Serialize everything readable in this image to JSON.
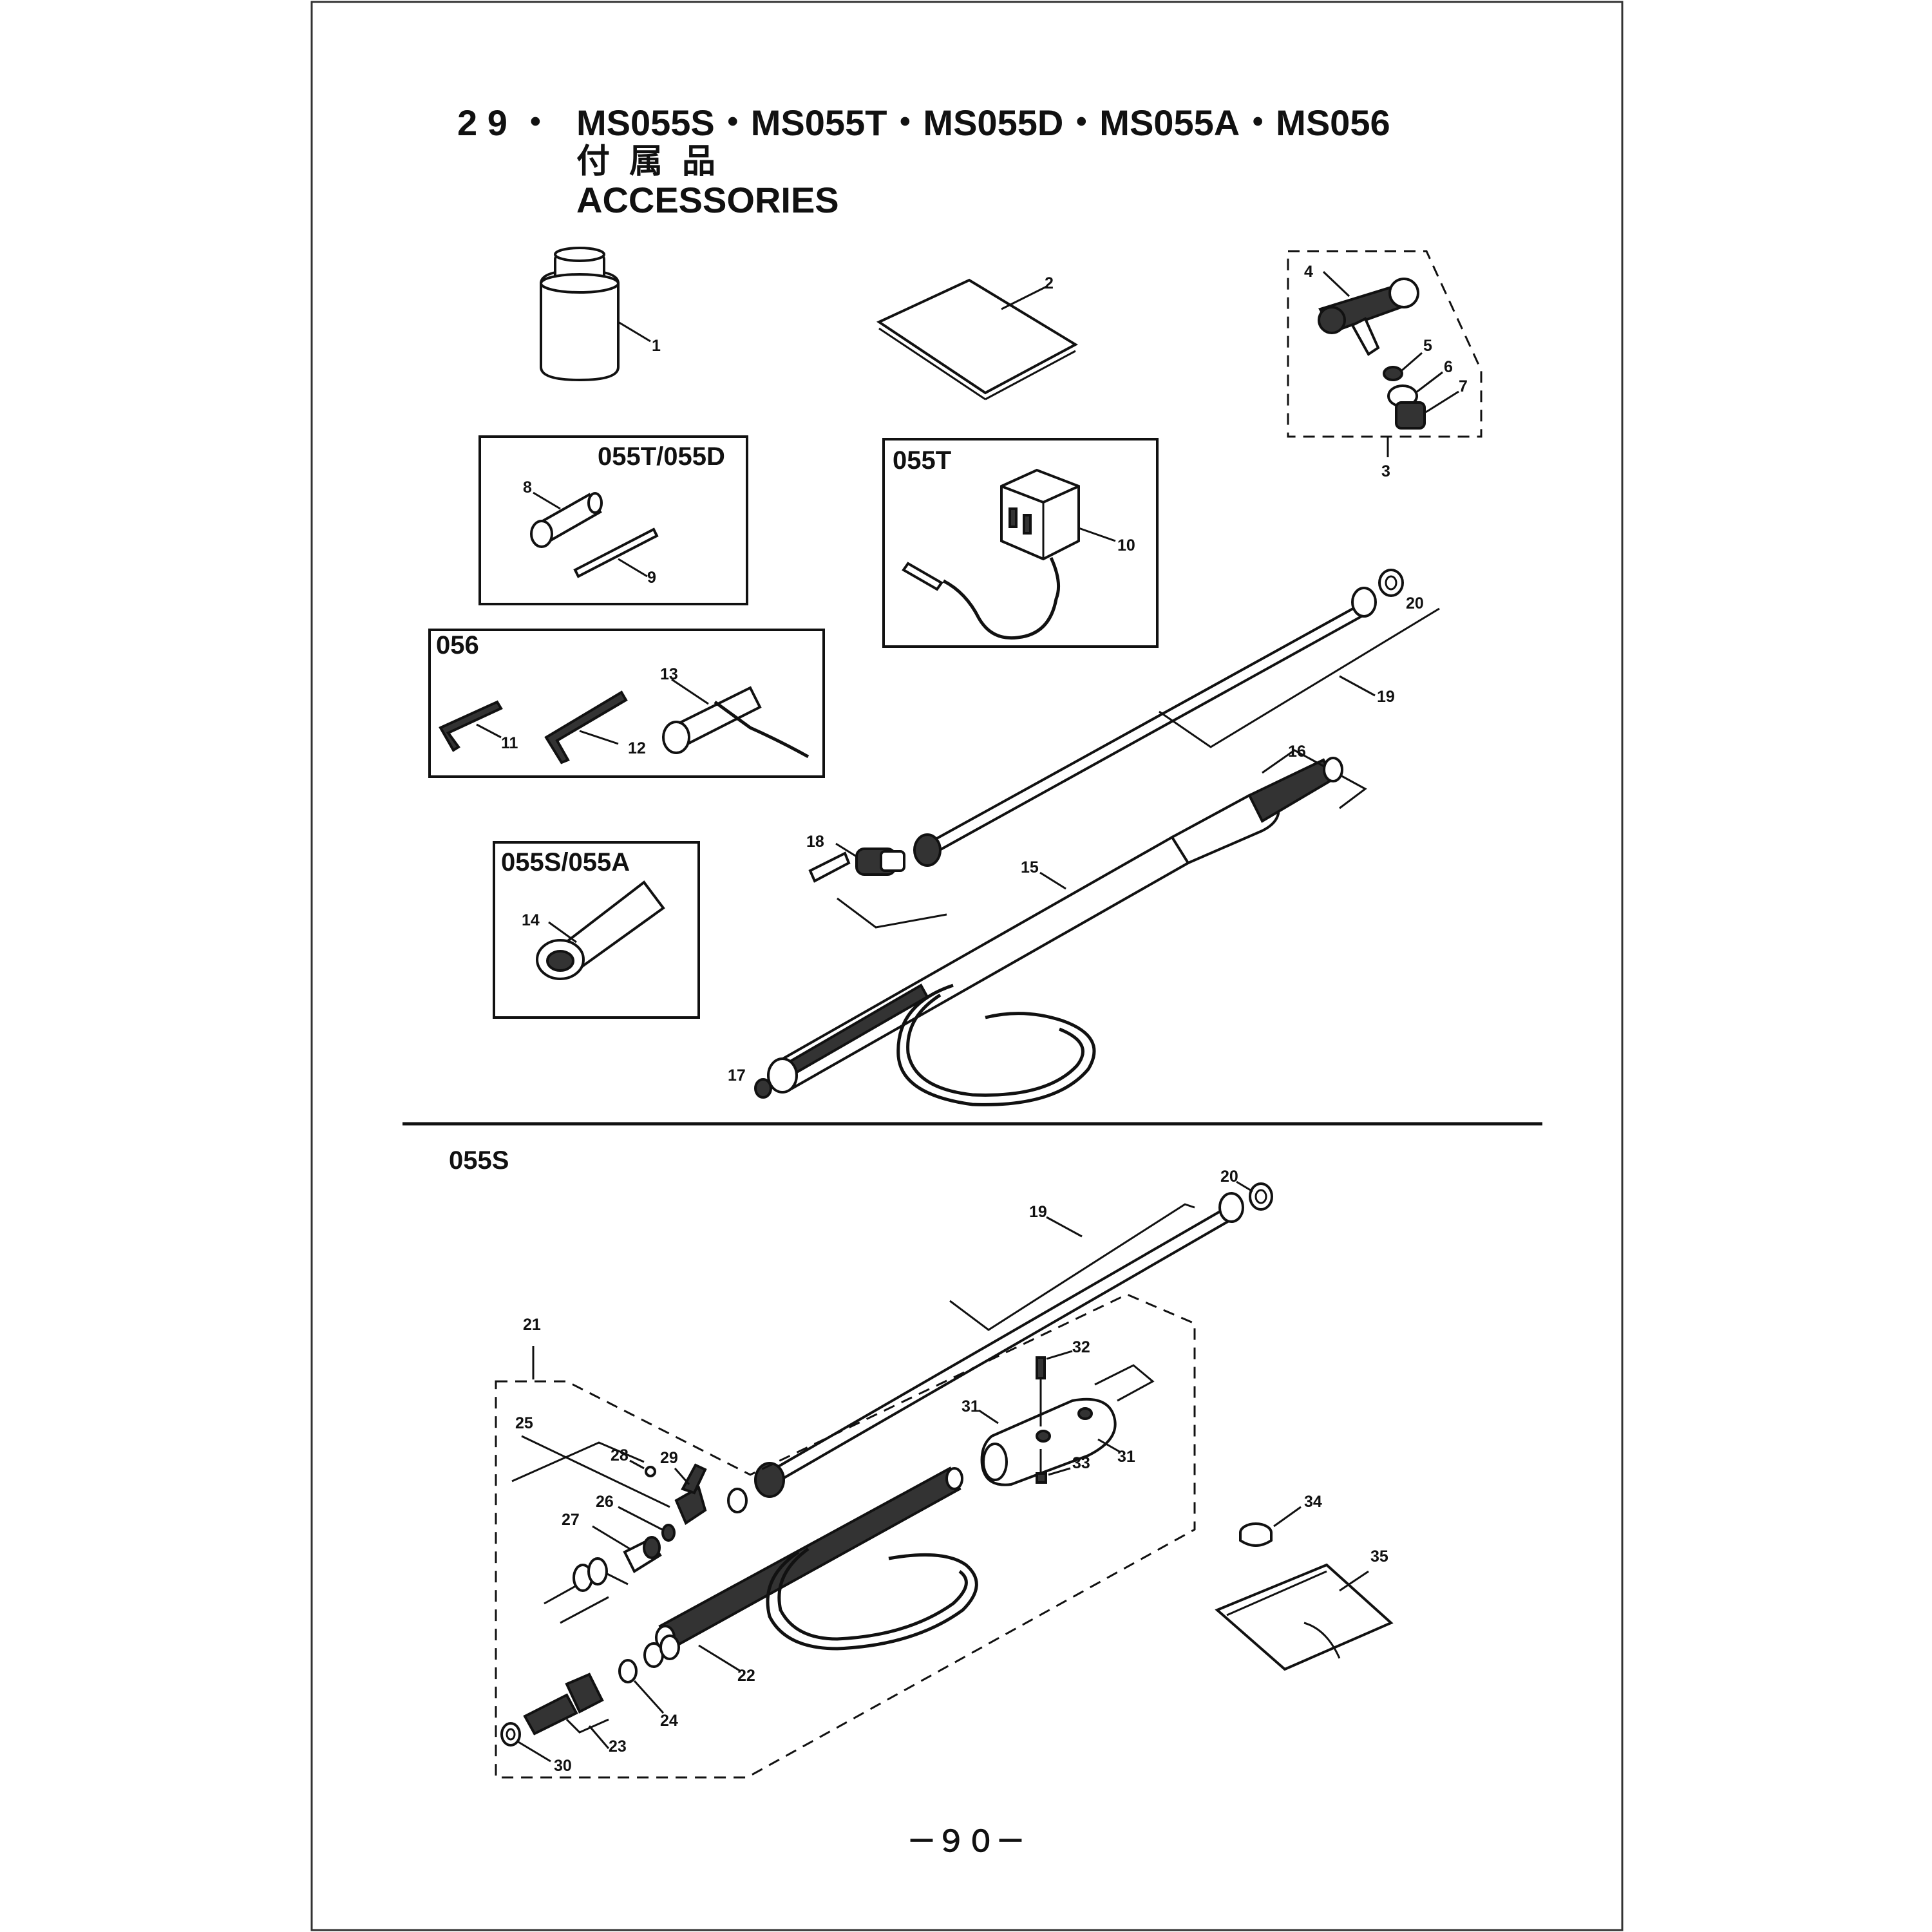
{
  "header": {
    "section_no": "2 9 ・",
    "models": "MS055S・MS055T・MS055D・MS055A・MS056",
    "title_jp": "付属品",
    "title_en": "ACCESSORIES"
  },
  "boxes": {
    "box_055t_055d": "055T/055D",
    "box_055t": "055T",
    "box_056": "056",
    "box_055s_055a": "055S/055A"
  },
  "section_055s": "055S",
  "labels": {
    "p1": "1",
    "p2": "2",
    "p3": "3",
    "p4": "4",
    "p5": "5",
    "p6": "6",
    "p7": "7",
    "p8": "8",
    "p9": "9",
    "p10": "10",
    "p11": "11",
    "p12": "12",
    "p13": "13",
    "p14": "14",
    "p15": "15",
    "p16": "16",
    "p17": "17",
    "p18": "18",
    "p19": "19",
    "p20": "20",
    "q19": "19",
    "q20": "20",
    "p21": "21",
    "p22": "22",
    "p23": "23",
    "p24": "24",
    "p25": "25",
    "p26": "26",
    "p27": "27",
    "p28": "28",
    "p29": "29",
    "p30": "30",
    "p31a": "31",
    "p31b": "31",
    "p32": "32",
    "p33": "33",
    "p34": "34",
    "p35": "35"
  },
  "footer": {
    "page_number": "－９０－"
  }
}
